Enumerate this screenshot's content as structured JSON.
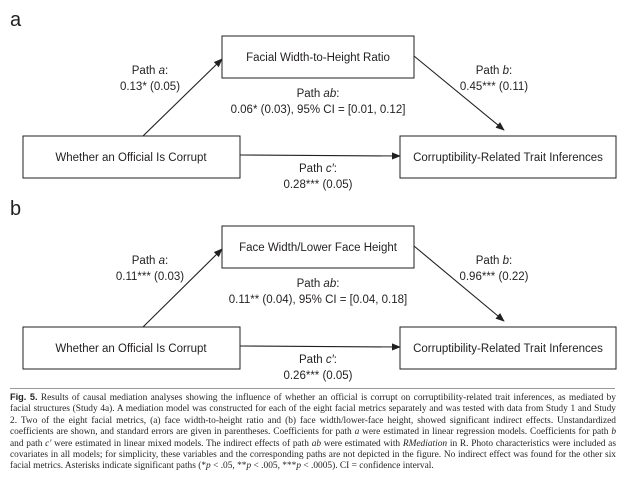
{
  "panels": [
    {
      "letter": "a",
      "predictor": "Whether an Official Is Corrupt",
      "mediator": "Facial Width-to-Height Ratio",
      "outcome": "Corruptibility-Related Trait Inferences",
      "path_a": {
        "name": "Path ",
        "var": "a",
        "colon": ":",
        "value": "0.13* (0.05)"
      },
      "path_b": {
        "name": "Path ",
        "var": "b",
        "colon": ":",
        "value": "0.45*** (0.11)"
      },
      "path_ab": {
        "name": "Path ",
        "var": "ab",
        "colon": ":",
        "value": "0.06* (0.03), 95% CI = [0.01, 0.12]"
      },
      "path_c": {
        "name": "Path ",
        "var": "c′",
        "colon": ":",
        "value": "0.28*** (0.05)"
      }
    },
    {
      "letter": "b",
      "predictor": "Whether an Official Is Corrupt",
      "mediator": "Face Width/Lower Face Height",
      "outcome": "Corruptibility-Related Trait Inferences",
      "path_a": {
        "name": "Path ",
        "var": "a",
        "colon": ":",
        "value": "0.11*** (0.03)"
      },
      "path_b": {
        "name": "Path ",
        "var": "b",
        "colon": ":",
        "value": "0.96*** (0.22)"
      },
      "path_ab": {
        "name": "Path ",
        "var": "ab",
        "colon": ":",
        "value": "0.11** (0.04), 95% CI = [0.04, 0.18]"
      },
      "path_c": {
        "name": "Path ",
        "var": "c′",
        "colon": ":",
        "value": "0.26*** (0.05)"
      }
    }
  ],
  "caption": {
    "fig": "Fig. 5.",
    "t1": " Results of causal mediation analyses showing the influence of whether an official is corrupt on corruptibility-related trait inferences, as mediated by facial structures (Study 4a). A mediation model was constructed for each of the eight facial metrics separately and was tested with data from Study 1 and Study 2. Two of the eight facial metrics, (a) face width-to-height ratio and (b) face width/lower-face height, showed significant indirect effects. Unstandardized coefficients are shown, and standard errors are given in parentheses. Coefficients for path ",
    "v1": "a",
    "t2": " were estimated in linear regression models. Coefficients for path ",
    "v2": "b",
    "t3": " and path ",
    "v3": "c′",
    "t4": " were estimated in linear mixed models. The indirect effects of path ",
    "v4": "ab",
    "t5": " were estimated with ",
    "v5": "RMediation",
    "t6": " in R. Photo characteristics were included as covariates in all models; for simplicity, these variables and the corresponding paths are not depicted in the figure. No indirect effect was found for the other six facial metrics. Asterisks indicate significant paths (*",
    "v6": "p",
    "t7": " < .05, **",
    "v7": "p",
    "t8": " < .005, ***",
    "v8": "p",
    "t9": " < .0005). CI = confidence interval."
  }
}
